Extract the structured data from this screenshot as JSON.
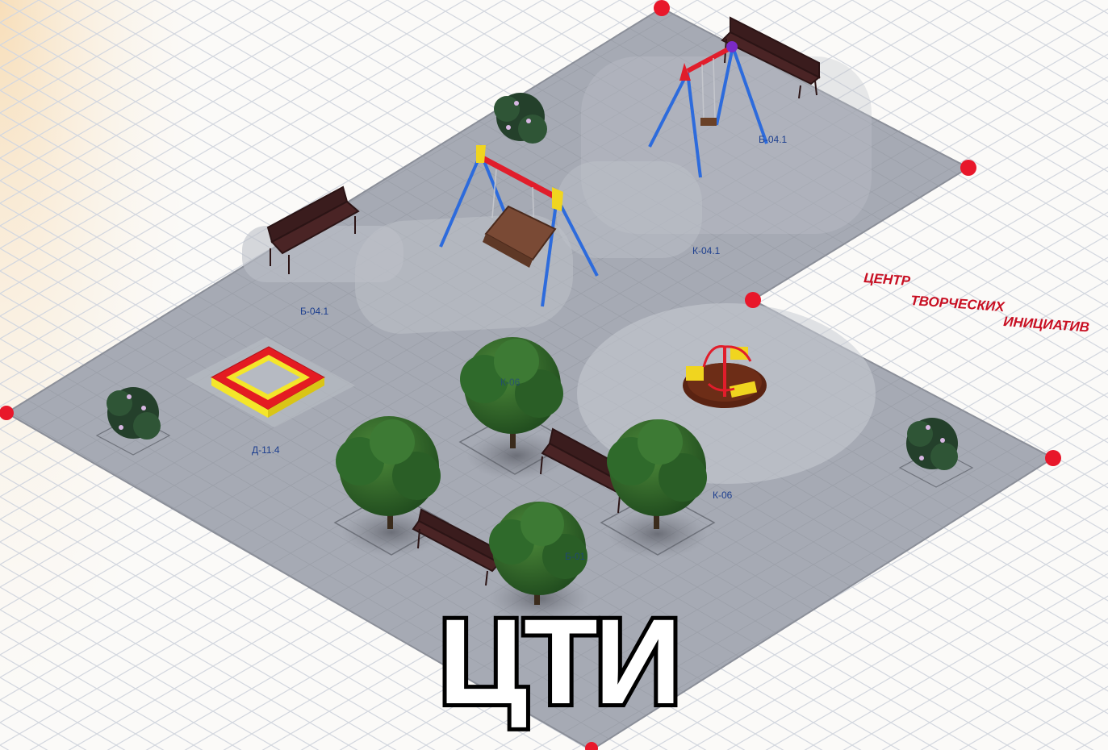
{
  "title": "ЦТИ",
  "center_name": {
    "line1": "ЦЕНТР",
    "line2": "ТВОРЧЕСКИХ",
    "line3": "ИНИЦИАТИВ"
  },
  "labels": {
    "bench_top": "Б-04.1",
    "swing_zone": "К-04.1",
    "bench_left": "Б-04.1",
    "sandbox": "Д-11.4",
    "carousel": "К-06",
    "bench_bottom_partial": "Б-04",
    "tree_center_partial": "К-06",
    "bench_mid_partial": "Б-01"
  },
  "colors": {
    "plaza": "#a5a9b3",
    "grid_line": "#d2d6de",
    "boundary_point": "#e8172a",
    "swing_frame": "#2d6bdc",
    "swing_beam": "#e11d2b",
    "sandbox_outer": "#e41b22",
    "sandbox_inner": "#f4e62a",
    "bench": "#3a1c1d",
    "tree": "#2e6b2a",
    "shrub": "#27432e",
    "title_fill": "#ffffff",
    "title_stroke": "#000000"
  }
}
